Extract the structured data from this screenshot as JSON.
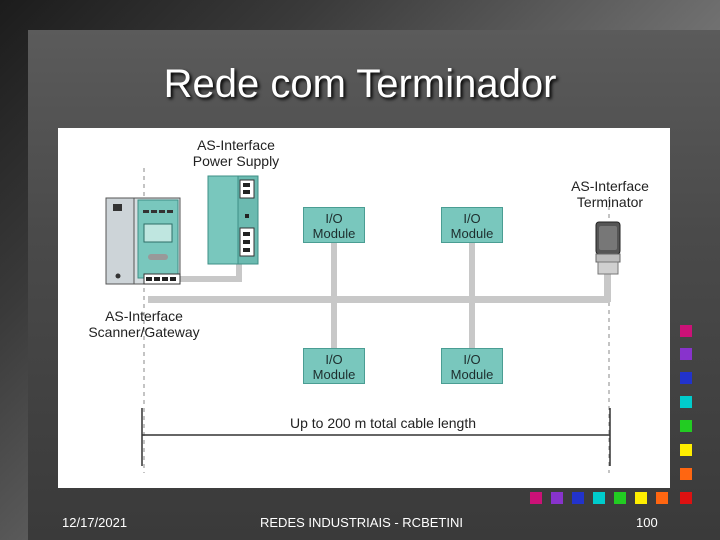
{
  "slide": {
    "title": "Rede com Terminador",
    "footer_date": "12/17/2021",
    "footer_center": "REDES INDUSTRIAIS  - RCBETINI",
    "footer_page": "100"
  },
  "diagram": {
    "power_supply_label": "AS-Interface\nPower Supply",
    "scanner_label": "AS-Interface\nScanner/Gateway",
    "terminator_label": "AS-Interface\nTerminator",
    "modules": [
      {
        "label": "I/O\nModule"
      },
      {
        "label": "I/O\nModule"
      },
      {
        "label": "I/O\nModule"
      },
      {
        "label": "I/O\nModule"
      }
    ],
    "cable_length_label": "Up to 200 m total cable length"
  },
  "colors": {
    "module_fill": "#79c7bd",
    "cable": "#c8c8c8",
    "decor_squares": [
      "#cc1177",
      "#8833cc",
      "#2233cc",
      "#00cccc",
      "#22cc22",
      "#ffee00",
      "#ff6611",
      "#dd1111"
    ]
  }
}
